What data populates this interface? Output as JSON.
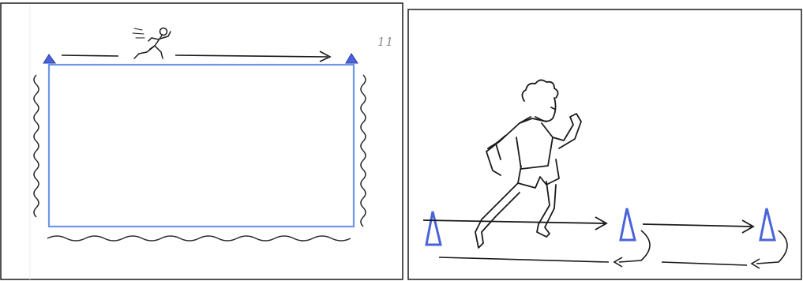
{
  "panels": [
    {
      "id": "left",
      "note": "11",
      "cones": 2
    },
    {
      "id": "right",
      "cones": 3
    }
  ],
  "colors": {
    "ink": "#1a1a1a",
    "cone": "#4a63d8",
    "field_line": "#6f95e8",
    "background": "#ffffff"
  },
  "icons": [
    "runner-figure",
    "cone-icon",
    "arrow-right-icon",
    "return-arrow-icon",
    "wavy-boundary"
  ]
}
